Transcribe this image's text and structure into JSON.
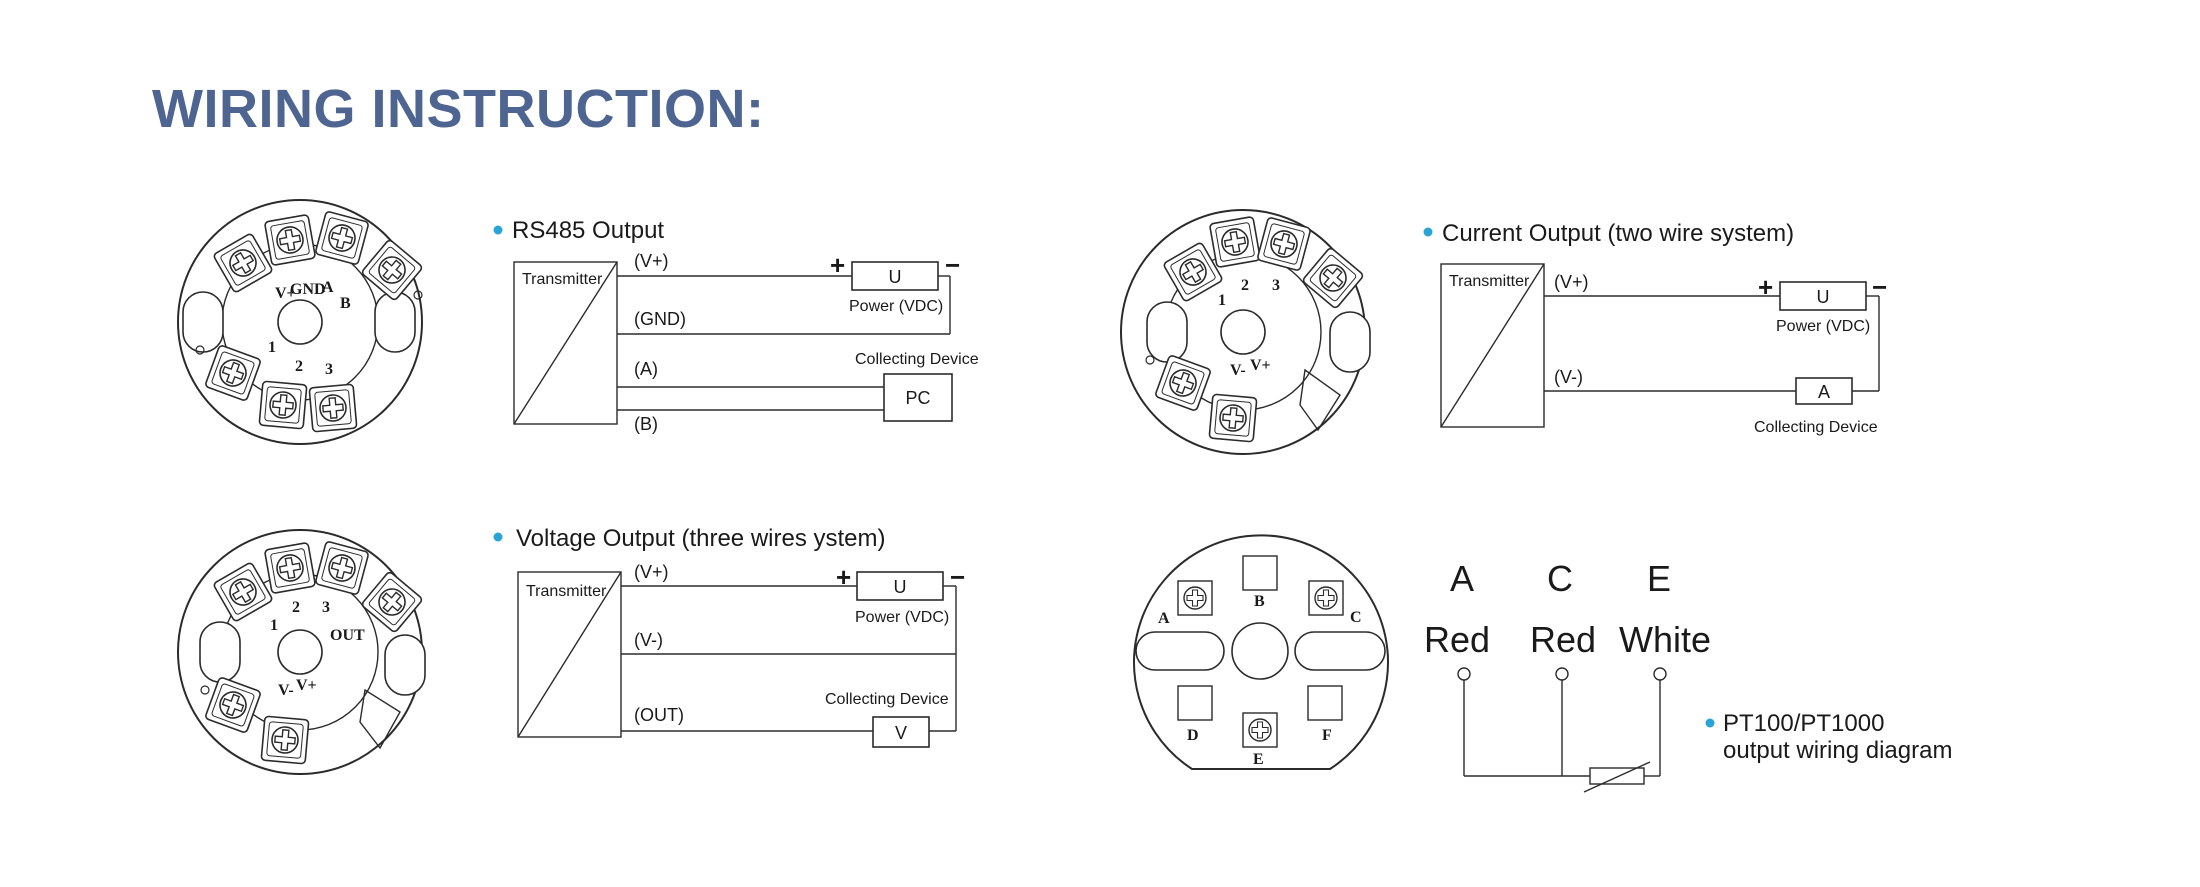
{
  "page": {
    "title": "WIRING INSTRUCTION:"
  },
  "rs485": {
    "heading": "RS485 Output",
    "transmitter": "Transmitter",
    "vplus": "(V+)",
    "gnd": "(GND)",
    "a": "(A)",
    "b": "(B)",
    "u": "U",
    "power": "Power (VDC)",
    "collecting": "Collecting Device",
    "pc": "PC",
    "plus": "+",
    "minus": "−",
    "terminals": {
      "vplus": "V+",
      "gnd": "GND",
      "a": "A",
      "b": "B",
      "t1": "1",
      "t2": "2",
      "t3": "3"
    }
  },
  "current": {
    "heading": "Current Output (two wire system)",
    "transmitter": "Transmitter",
    "vplus": "(V+)",
    "vminus": "(V-)",
    "u": "U",
    "power": "Power (VDC)",
    "a": "A",
    "collecting": "Collecting Device",
    "plus": "+",
    "minus": "−",
    "terminals": {
      "t1": "1",
      "t2": "2",
      "t3": "3",
      "vminus": "V-",
      "vplus": "V+"
    }
  },
  "voltage": {
    "heading": "Voltage Output (three wires ystem)",
    "transmitter": "Transmitter",
    "vplus": "(V+)",
    "vminus": "(V-)",
    "out": "(OUT)",
    "u": "U",
    "power": "Power (VDC)",
    "collecting": "Collecting Device",
    "v": "V",
    "plus": "+",
    "minus": "−",
    "terminals": {
      "t1": "1",
      "t2": "2",
      "t3": "3",
      "out": "OUT",
      "vminus": "V-",
      "vplus": "V+"
    }
  },
  "pt100": {
    "heading_line1": "PT100/PT1000",
    "heading_line2": "output wiring diagram",
    "letters": [
      "A",
      "C",
      "E"
    ],
    "colors": [
      "Red",
      "Red",
      "White"
    ],
    "block_labels": {
      "a": "A",
      "b": "B",
      "c": "C",
      "d": "D",
      "e": "E",
      "f": "F"
    }
  },
  "accent_colors": {
    "title": "#4d6590",
    "bullet": "#2aa3d6"
  }
}
